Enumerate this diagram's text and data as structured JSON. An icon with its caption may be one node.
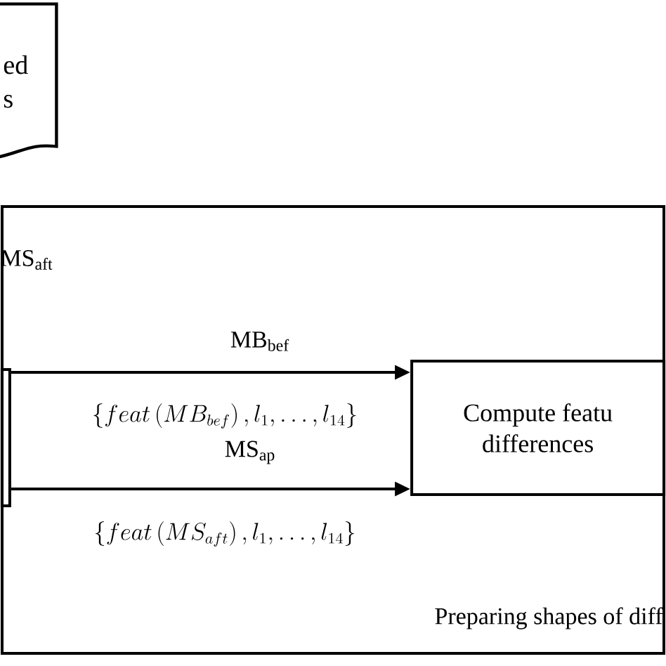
{
  "diagram": {
    "nodes": [
      {
        "text": [
          "ed s"
        ]
      },
      {
        "text": [
          "Preparing shapes of diff"
        ]
      },
      {
        "text": [],
        "shape": "box",
        "in": 1
      },
      {
        "text": [
          "Compute featu differences"
        ],
        "in": 1
      }
    ],
    "edges": [
      {
        "from": 2,
        "to": 3,
        "arrow": "to",
        "label": "MB$_{bef}$"
      },
      {
        "from": 2,
        "to": 3,
        "arrow": "to",
        "label": "MS$_{ap}$"
      }
    ],
    "labels": [
      "MS$_{aft}$",
      "\\left\\{feat\\left(MB_{bef}\\right), l_1, \\dots, l_{14}\\right\\}",
      "\\left\\{feat\\left(MS_{aft}\\right), l_1, \\dots, l_{14}\\right\\}"
    ]
  }
}
